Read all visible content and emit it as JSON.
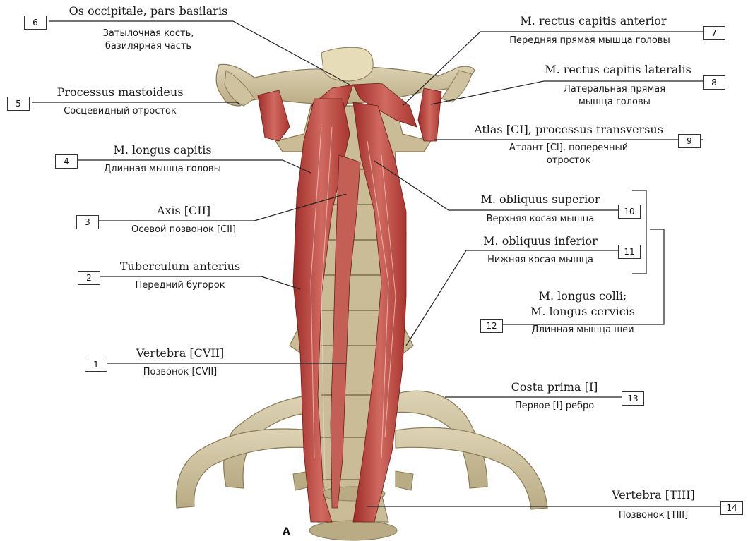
{
  "panel_letter": "A",
  "labels": {
    "1": {
      "num": "1",
      "latin": "Vertebra [CVII]",
      "ru1": "Позвонок [CVII]"
    },
    "2": {
      "num": "2",
      "latin": "Tuberculum anterius",
      "ru1": "Передний бугорок"
    },
    "3": {
      "num": "3",
      "latin": "Axis [CII]",
      "ru1": "Осевой позвонок [CII]"
    },
    "4": {
      "num": "4",
      "latin": "M. longus capitis",
      "ru1": "Длинная мышца головы"
    },
    "5": {
      "num": "5",
      "latin": "Processus mastoideus",
      "ru1": "Сосцевидный отросток"
    },
    "6": {
      "num": "6",
      "latin": "Os occipitale, pars basilaris",
      "ru1": "Затылочная кость,",
      "ru2": "базилярная часть"
    },
    "7": {
      "num": "7",
      "latin": "M. rectus capitis anterior",
      "ru1": "Передняя прямая мышца головы"
    },
    "8": {
      "num": "8",
      "latin": "M. rectus capitis lateralis",
      "ru1": "Латеральная прямая",
      "ru2": "мышца головы"
    },
    "9": {
      "num": "9",
      "latin": "Atlas [CI], processus transversus",
      "ru1": "Атлант [CI], поперечный",
      "ru2": "отросток"
    },
    "10": {
      "num": "10",
      "latin": "M. obliquus superior",
      "ru1": "Верхняя косая мышца"
    },
    "11": {
      "num": "11",
      "latin": "M. obliquus inferior",
      "ru1": "Нижняя косая мышца"
    },
    "12": {
      "num": "12",
      "latin": "M. longus colli;",
      "latin2": "M. longus cervicis",
      "ru1": "Длинная мышца шеи"
    },
    "13": {
      "num": "13",
      "latin": "Costa prima [I]",
      "ru1": "Первое [I] ребро"
    },
    "14": {
      "num": "14",
      "latin": "Vertebra [TIII]",
      "ru1": "Позвонок [TIII]"
    }
  }
}
